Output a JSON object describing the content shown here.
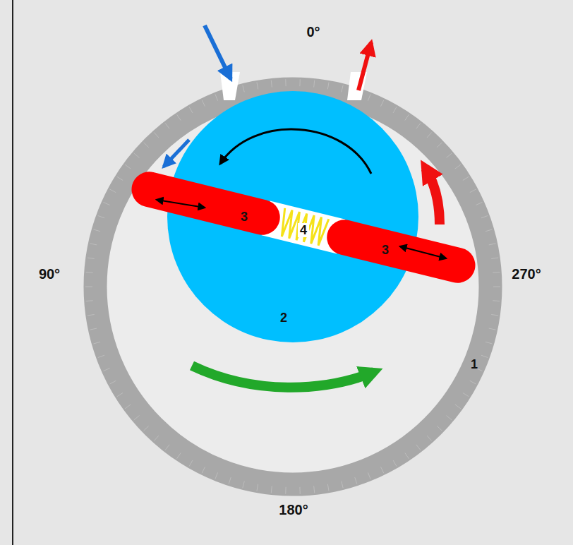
{
  "diagram": {
    "labels": [
      "0°",
      "3",
      "4",
      "3",
      "90°",
      "270°",
      "2",
      "1",
      "180°"
    ]
  }
}
